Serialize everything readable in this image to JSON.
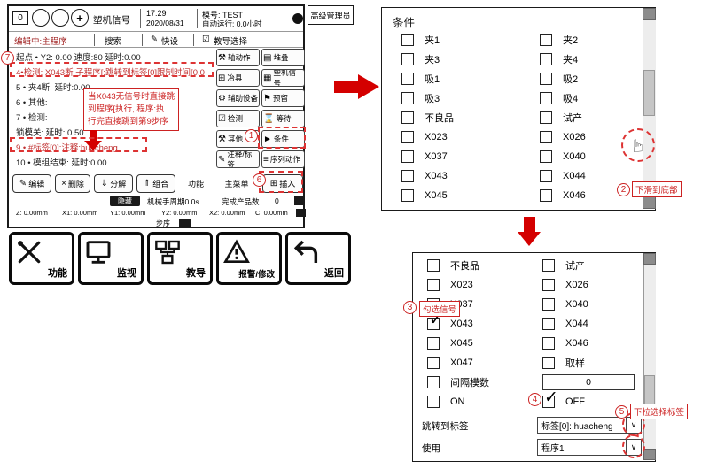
{
  "screen": {
    "topbar": {
      "counter": "0",
      "signal": "塑机信号",
      "time": "17:29",
      "date": "2020/08/31",
      "mold": "模号: TEST",
      "autorun": "自动运行: 0.0小时",
      "role": "高级管理员"
    },
    "menu": {
      "editing": "编辑中:主程序",
      "search": "搜索",
      "quickset": "快设",
      "teach_select": "教导选择",
      "quickset_icon": "✎",
      "teach_icon": "☑"
    },
    "steps": [
      {
        "text": "起点 •  Y2: 0.00 速度:80  延时:0.00"
      },
      {
        "text": "4•检测: X043断 子程序[:跳转到标签[0]限制时间[0.0"
      },
      {
        "text": "5 • 夹4断: 延时:0.00"
      },
      {
        "text": "6 • 其他:"
      },
      {
        "text": "7 • 检测:"
      },
      {
        "text": "锁模关: 延时: 0.50"
      },
      {
        "text": "9 • #标签[0]:注释:huacheng"
      },
      {
        "text": "10 • 模组结束: 延时:0.00"
      }
    ],
    "note": {
      "l1": "当X043无信号时直接跳",
      "l2": "到程序[执行, 程序:执",
      "l3": "行完直接跳到第9步序"
    },
    "actions": [
      {
        "label": "轴动作",
        "icon": "⚒"
      },
      {
        "label": "堆叠",
        "icon": "▤"
      },
      {
        "label": "冶具",
        "icon": "⊞"
      },
      {
        "label": "塑机信号",
        "icon": "▦"
      },
      {
        "label": "辅助设备",
        "icon": "⚙"
      },
      {
        "label": "预留",
        "icon": "⚑"
      },
      {
        "label": "检测",
        "icon": "☑"
      },
      {
        "label": "等待",
        "icon": "⌛"
      },
      {
        "label": "其他",
        "icon": "⚒"
      },
      {
        "label": "条件",
        "icon": "►"
      },
      {
        "label": "注释/标签",
        "icon": "✎"
      },
      {
        "label": "序列动作",
        "icon": "≡"
      }
    ],
    "edit_buttons": [
      {
        "label": "编辑",
        "icon": "✎"
      },
      {
        "label": "删除",
        "icon": "×"
      },
      {
        "label": "分解",
        "icon": "⇓"
      },
      {
        "label": "组合",
        "icon": "⇑"
      },
      {
        "label": "功能",
        "icon": ""
      },
      {
        "label": "主菜单",
        "icon": ""
      },
      {
        "label": "插入",
        "icon": "⊞"
      }
    ],
    "hide": "隐藏",
    "status": {
      "cycle": "机械手周期0.0s",
      "product_label": "完成产品数",
      "product_value": "0",
      "step_label": "步序"
    },
    "coords": [
      {
        "k": "Z:",
        "v": "0.00mm"
      },
      {
        "k": "X1:",
        "v": "0.00mm"
      },
      {
        "k": "Y1:",
        "v": "0.00mm"
      },
      {
        "k": "Y2:",
        "v": "0.00mm"
      },
      {
        "k": "X2:",
        "v": "0.00mm"
      },
      {
        "k": "C:",
        "v": "0.00mm"
      }
    ],
    "toolbar": [
      {
        "label": "功能"
      },
      {
        "label": "监视"
      },
      {
        "label": "教导"
      },
      {
        "label": "报警/修改"
      },
      {
        "label": "返回"
      }
    ]
  },
  "cond_panel": {
    "title": "条件",
    "rows": [
      {
        "l": "夹1",
        "r": "夹2"
      },
      {
        "l": "夹3",
        "r": "夹4"
      },
      {
        "l": "吸1",
        "r": "吸2"
      },
      {
        "l": "吸3",
        "r": "吸4"
      },
      {
        "l": "不良品",
        "r": "试产"
      },
      {
        "l": "X023",
        "r": "X026"
      },
      {
        "l": "X037",
        "r": "X040"
      },
      {
        "l": "X043",
        "r": "X044"
      },
      {
        "l": "X045",
        "r": "X046"
      }
    ]
  },
  "detail_panel": {
    "rows": [
      {
        "l": "不良品",
        "r": "试产"
      },
      {
        "l": "X023",
        "r": "X026"
      },
      {
        "l": "X037",
        "r": "X040"
      },
      {
        "l": "X043",
        "r": "X044"
      },
      {
        "l": "X045",
        "r": "X046"
      },
      {
        "l": "X047",
        "r": "取样"
      }
    ],
    "interval": {
      "label": "间隔模数",
      "value": "0"
    },
    "on": "ON",
    "off": "OFF",
    "jump": {
      "label": "跳转到标签",
      "value": "标签[0]: huacheng"
    },
    "use": {
      "label": "使用",
      "value": "程序1"
    },
    "dropdown_arrow": "∨"
  },
  "ann": {
    "n1": "1",
    "n2": "2",
    "n3": "3",
    "n4": "4",
    "n5": "5",
    "n6": "6",
    "n7": "7",
    "scroll_tip": "下滑到底部",
    "check_tip": "勾选信号",
    "dropdown_tip": "下拉选择标签"
  }
}
